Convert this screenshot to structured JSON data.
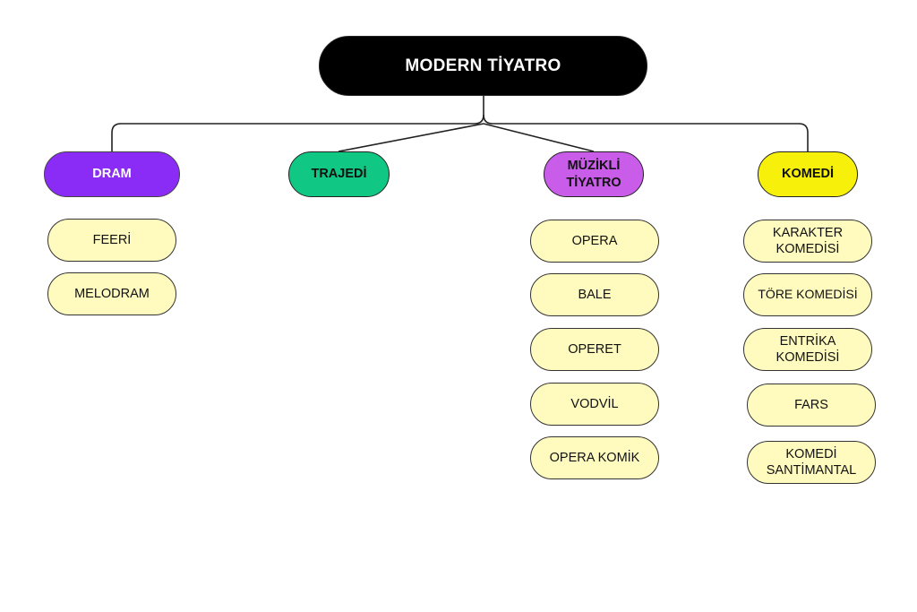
{
  "title": "MODERN TİYATRO",
  "colors": {
    "dram": "#8a2cf5",
    "trajedi": "#10c784",
    "muzikli": "#c95ce9",
    "komedi": "#f6f00b",
    "leaf": "#fffbbe",
    "root": "#000000"
  },
  "categories": [
    {
      "label": "DRAM",
      "items": [
        "FEERİ",
        "MELODRAM"
      ]
    },
    {
      "label": "TRAJEDİ",
      "items": []
    },
    {
      "label": "MÜZİKLİ TİYATRO",
      "items": [
        "OPERA",
        "BALE",
        "OPERET",
        "VODVİL",
        "OPERA KOMİK"
      ]
    },
    {
      "label": "KOMEDİ",
      "items": [
        "KARAKTER KOMEDİSİ",
        "TÖRE KOMEDİSİ",
        "ENTRİKA KOMEDİSİ",
        "FARS",
        "KOMEDİ SANTİMANTAL"
      ]
    }
  ]
}
